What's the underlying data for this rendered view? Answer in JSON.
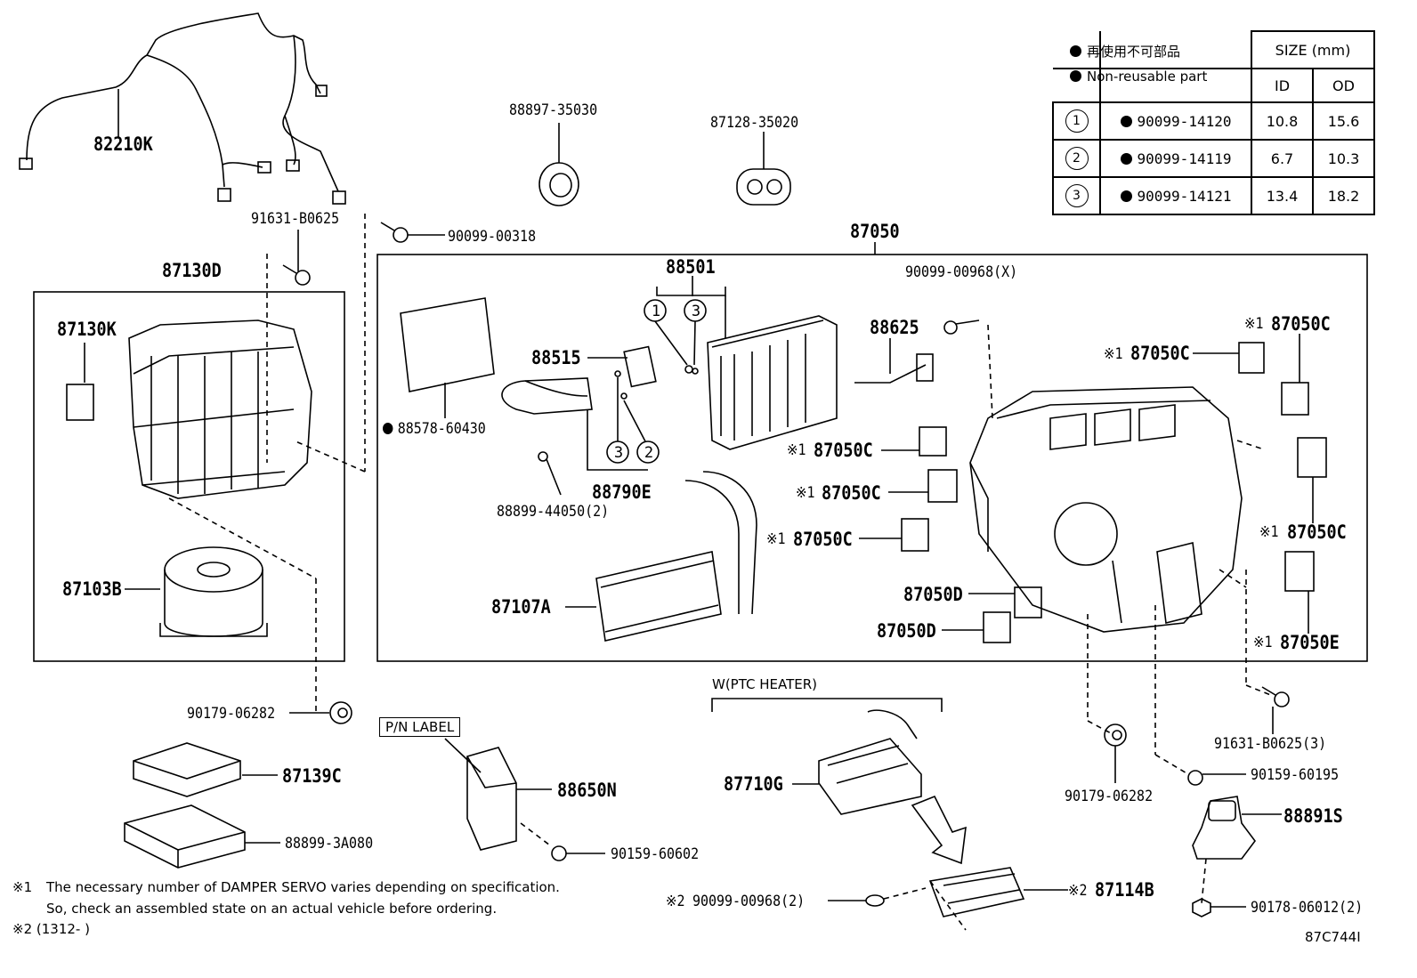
{
  "legend": {
    "non_reusable_jp": "再使用不可部品",
    "non_reusable_en": "Non-reusable part"
  },
  "size_table": {
    "header": "SIZE (mm)",
    "col_id": "ID",
    "col_od": "OD",
    "rows": [
      {
        "ref": "1",
        "part": "90099-14120",
        "id": "10.8",
        "od": "15.6"
      },
      {
        "ref": "2",
        "part": "90099-14119",
        "id": "6.7",
        "od": "10.3"
      },
      {
        "ref": "3",
        "part": "90099-14121",
        "id": "13.4",
        "od": "18.2"
      }
    ]
  },
  "labels": {
    "p82210K": "82210K",
    "p91631_B0625": "91631-B0625",
    "p90099_00318": "90099-00318",
    "p88897_35030": "88897-35030",
    "p87128_35020": "87128-35020",
    "p87050": "87050",
    "p87130D": "87130D",
    "p87130K": "87130K",
    "p88501": "88501",
    "p90099_00968X": "90099-00968(X)",
    "p88625": "88625",
    "p87050C_r1": "87050C",
    "p87050C_r2": "87050C",
    "p87050C_m1": "87050C",
    "p87050C_m2": "87050C",
    "p87050C_m3": "87050C",
    "p87050C_r3": "87050C",
    "p87050D_1": "87050D",
    "p87050D_2": "87050D",
    "p87050E": "87050E",
    "p88515": "88515",
    "p88578_60430": "88578-60430",
    "p88899_44050": "88899-44050(2)",
    "p88790E": "88790E",
    "p87103B": "87103B",
    "p87107A": "87107A",
    "p90179_06282_l": "90179-06282",
    "p87139C": "87139C",
    "p88899_3A080": "88899-3A080",
    "p88650N": "88650N",
    "p90159_60602": "90159-60602",
    "p87710G": "87710G",
    "p90179_06282_r": "90179-06282",
    "p91631_B0625_3": "91631-B0625(3)",
    "p90159_60195": "90159-60195",
    "p88891S": "88891S",
    "p90099_00968_2": "90099-00968(2)",
    "p87114B": "87114B",
    "p90178_06012": "90178-06012(2)",
    "ref1": "1",
    "ref2": "2",
    "ref3": "3",
    "mark1": "※1",
    "mark2": "※2"
  },
  "pn_label": "P/N LABEL",
  "ptc_heater": "W(PTC HEATER)",
  "footnotes": {
    "n1_mark": "※1",
    "n1_line1": "The necessary number of DAMPER SERVO varies depending on specification.",
    "n1_line2": "So, check an assembled state on an actual vehicle before ordering.",
    "n2": "※2 (1312-      )"
  },
  "drawing_id": "87C744I"
}
